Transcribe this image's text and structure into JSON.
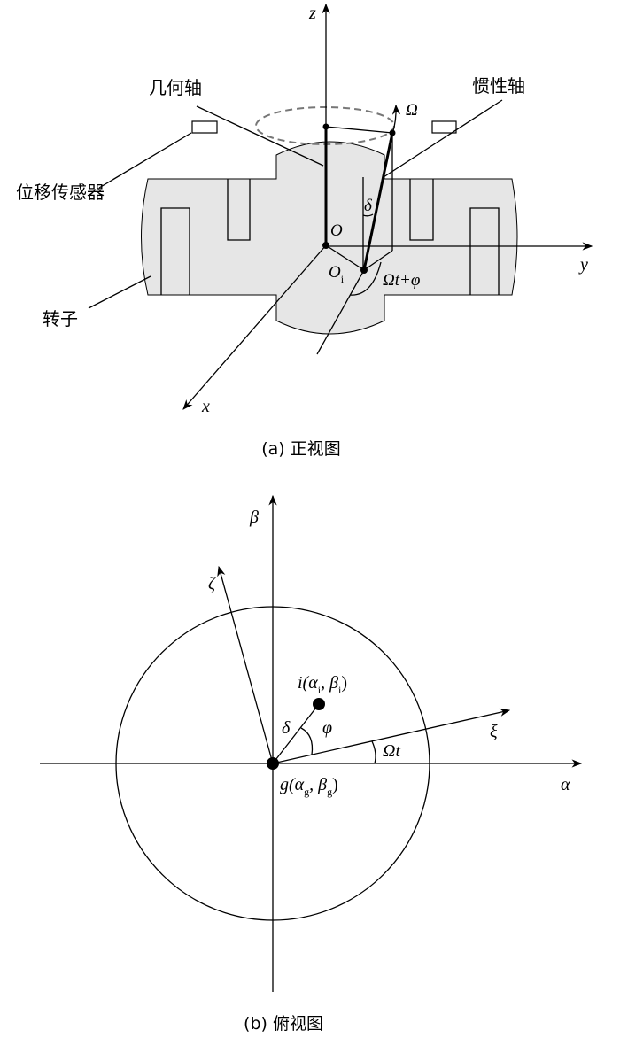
{
  "front_view": {
    "caption": "(a) 正视图",
    "labels": {
      "z": "z",
      "y": "y",
      "x": "x",
      "O": "O",
      "Oi": "O",
      "Oi_sub": "i",
      "delta": "δ",
      "omega": "Ω",
      "phase": "Ωt+φ",
      "geometric_axis": "几何轴",
      "inertial_axis": "惯性轴",
      "sensor": "位移传感器",
      "rotor": "转子"
    },
    "colors": {
      "rotor_fill": "#e6e6e6",
      "dashed_orbit": "#777777"
    }
  },
  "top_view": {
    "caption": "(b) 俯视图",
    "labels": {
      "beta": "β",
      "alpha": "α",
      "zeta": "ζ",
      "xi": "ξ",
      "delta": "δ",
      "phi": "φ",
      "omega_t": "Ωt",
      "i_point": "i(α",
      "i_sub1": "i",
      "i_mid": ", β",
      "i_sub2": "i",
      "i_end": ")",
      "g_point": "g(α",
      "g_sub1": "g",
      "g_mid": ", β",
      "g_sub2": "g",
      "g_end": ")"
    }
  }
}
